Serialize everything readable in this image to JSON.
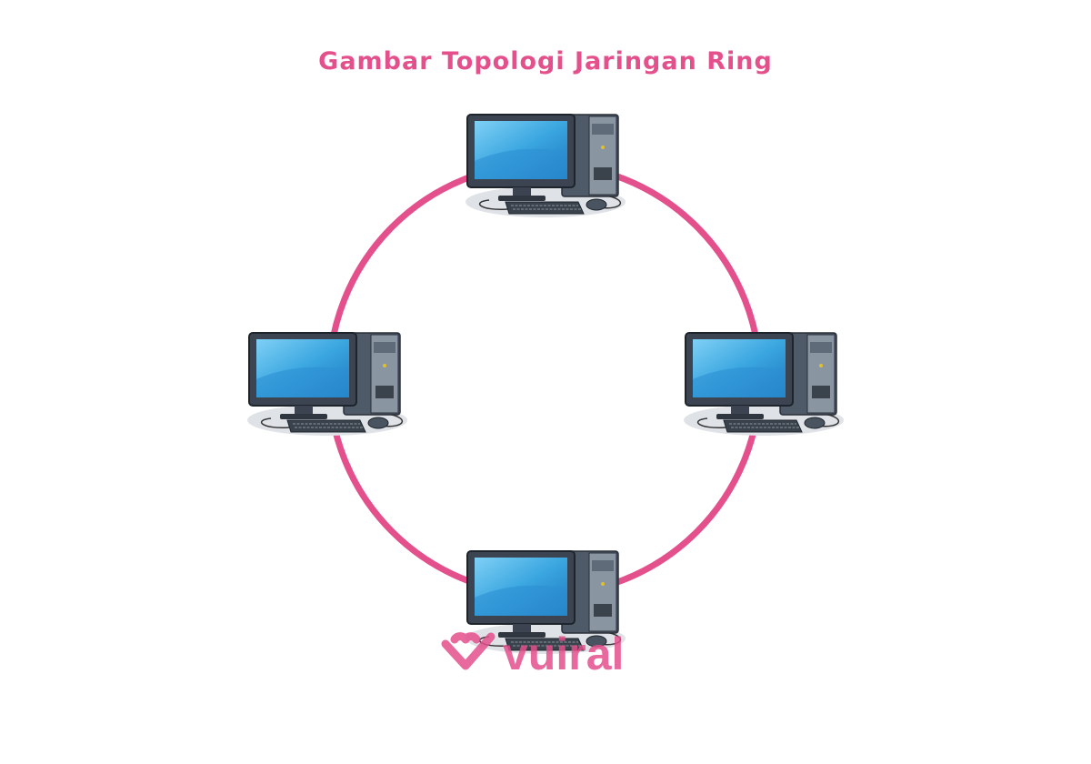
{
  "title": "Gambar Topologi Jaringan Ring",
  "colors": {
    "accent": "#e4508c",
    "ring": "#e4508c",
    "screen": "#3aa6e0",
    "case": "#5a6675"
  },
  "nodes": [
    {
      "id": "top",
      "icon": "computer-icon"
    },
    {
      "id": "left",
      "icon": "computer-icon"
    },
    {
      "id": "right",
      "icon": "computer-icon"
    },
    {
      "id": "bottom",
      "icon": "computer-icon"
    }
  ],
  "edges": [
    [
      "top",
      "right"
    ],
    [
      "right",
      "bottom"
    ],
    [
      "bottom",
      "left"
    ],
    [
      "left",
      "top"
    ]
  ],
  "watermark": {
    "text": "vuiral",
    "icon": "heart-check-icon"
  }
}
